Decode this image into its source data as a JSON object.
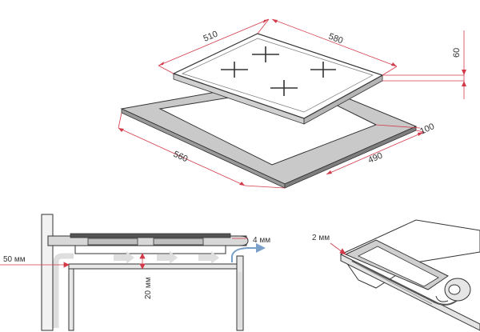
{
  "colors": {
    "dim_line": "#d23a4a",
    "outline": "#333333",
    "frame_fill": "#c9c9c9",
    "frame_dark": "#8e8e8e",
    "glass_fill": "#ffffff",
    "arrow_fill": "#dedede",
    "arrow_blue": "#7aa0c8",
    "cabinet_fill": "#e8e8e8"
  },
  "hob": {
    "labels": {
      "width_top": "510",
      "depth_top": "580",
      "height": "60",
      "cutout_width": "560",
      "cutout_depth": "490",
      "edge_gap": "100"
    }
  },
  "section": {
    "labels": {
      "wall_gap": "50 мм",
      "clearance": "20 мм",
      "rear_gap": "4 мм"
    }
  },
  "detail": {
    "labels": {
      "seal": "2 мм"
    }
  }
}
